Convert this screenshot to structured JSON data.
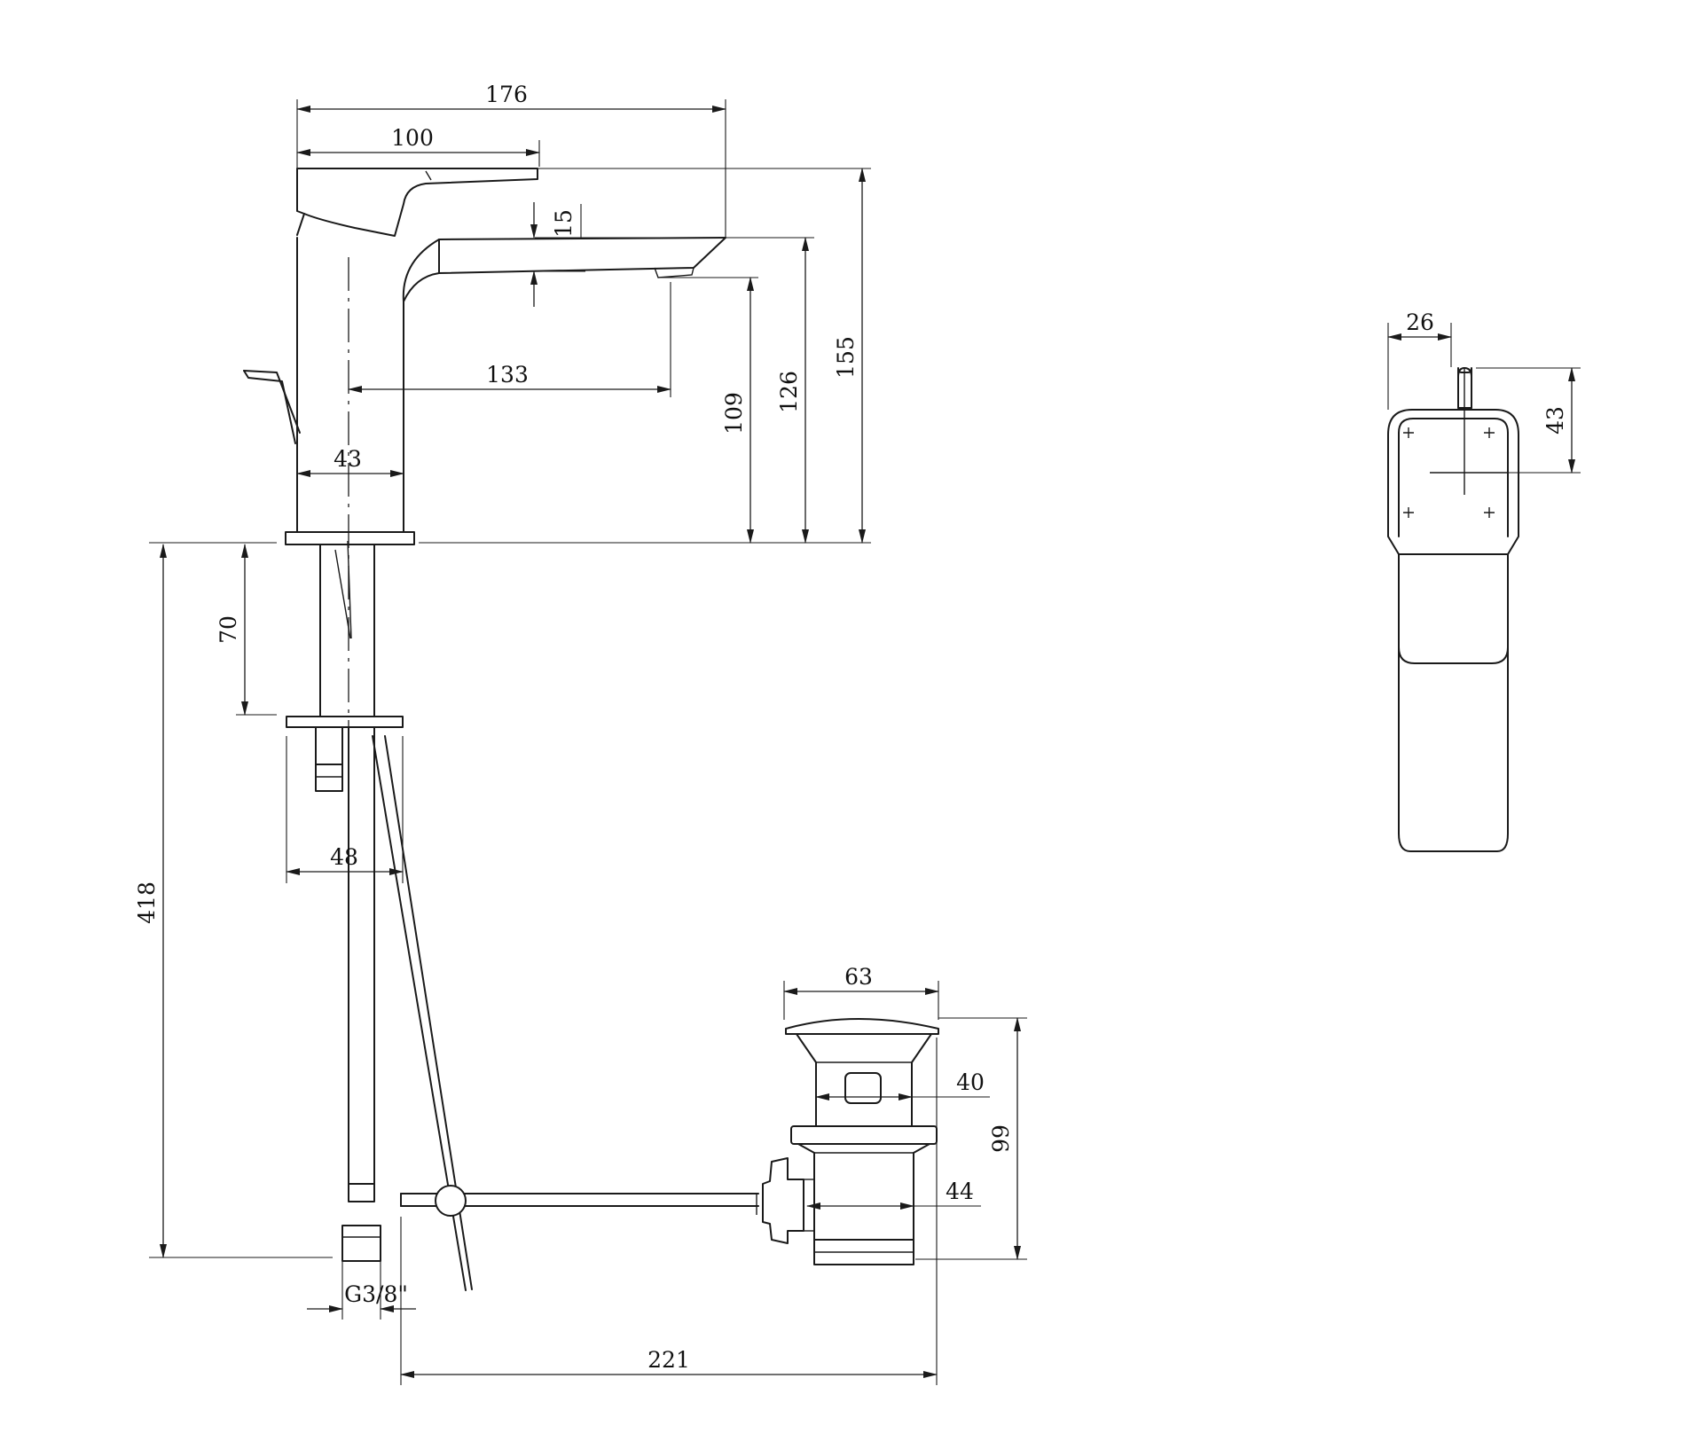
{
  "dimensions": {
    "d176": "176",
    "d100": "100",
    "d15": "15",
    "d155": "155",
    "d126": "126",
    "d109": "109",
    "d133": "133",
    "d43": "43",
    "d70": "70",
    "d48": "48",
    "d418": "418",
    "d63": "63",
    "d40": "40",
    "d99": "99",
    "d44": "44",
    "thread": "G3/8\"",
    "d221": "221",
    "d26": "26",
    "d43_side": "43"
  }
}
